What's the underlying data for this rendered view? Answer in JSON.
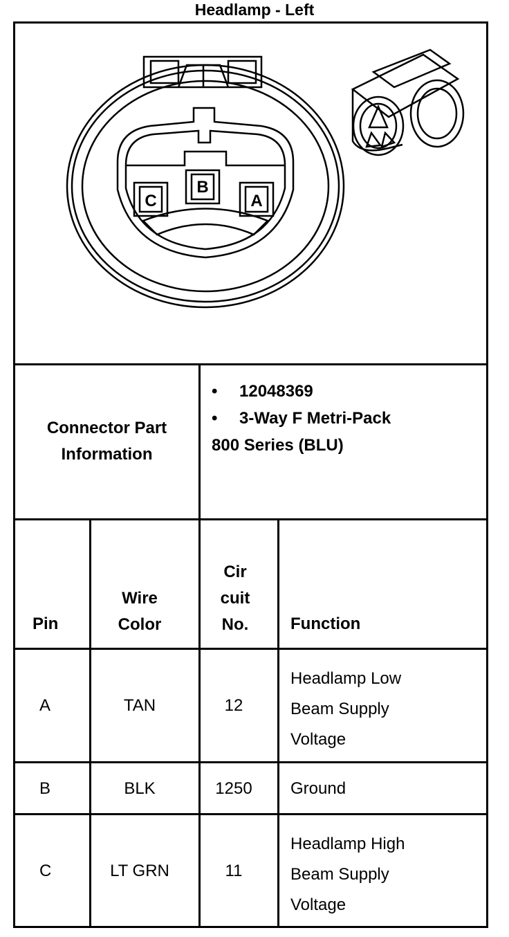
{
  "title": "Headlamp - Left",
  "diagram": {
    "pin_labels": [
      "C",
      "B",
      "A"
    ]
  },
  "connector_info": {
    "label_line1": "Connector Part",
    "label_line2": "Information",
    "bullet": "•",
    "part_number": "12048369",
    "description_line1": "3-Way F Metri-Pack",
    "description_line2": "800 Series (BLU)"
  },
  "table": {
    "headers": {
      "pin": "Pin",
      "wire_color_line1": "Wire",
      "wire_color_line2": "Color",
      "circuit_line1": "Cir",
      "circuit_line2": "cuit",
      "circuit_line3": "No.",
      "function": "Function"
    },
    "rows": [
      {
        "pin": "A",
        "wire_color": "TAN",
        "circuit": "12",
        "function_lines": [
          "Headlamp Low",
          "Beam Supply",
          "Voltage"
        ]
      },
      {
        "pin": "B",
        "wire_color": "BLK",
        "circuit": "1250",
        "function_lines": [
          "Ground"
        ]
      },
      {
        "pin": "C",
        "wire_color": "LT GRN",
        "circuit": "11",
        "function_lines": [
          "Headlamp High",
          "Beam Supply",
          "Voltage"
        ]
      }
    ]
  }
}
